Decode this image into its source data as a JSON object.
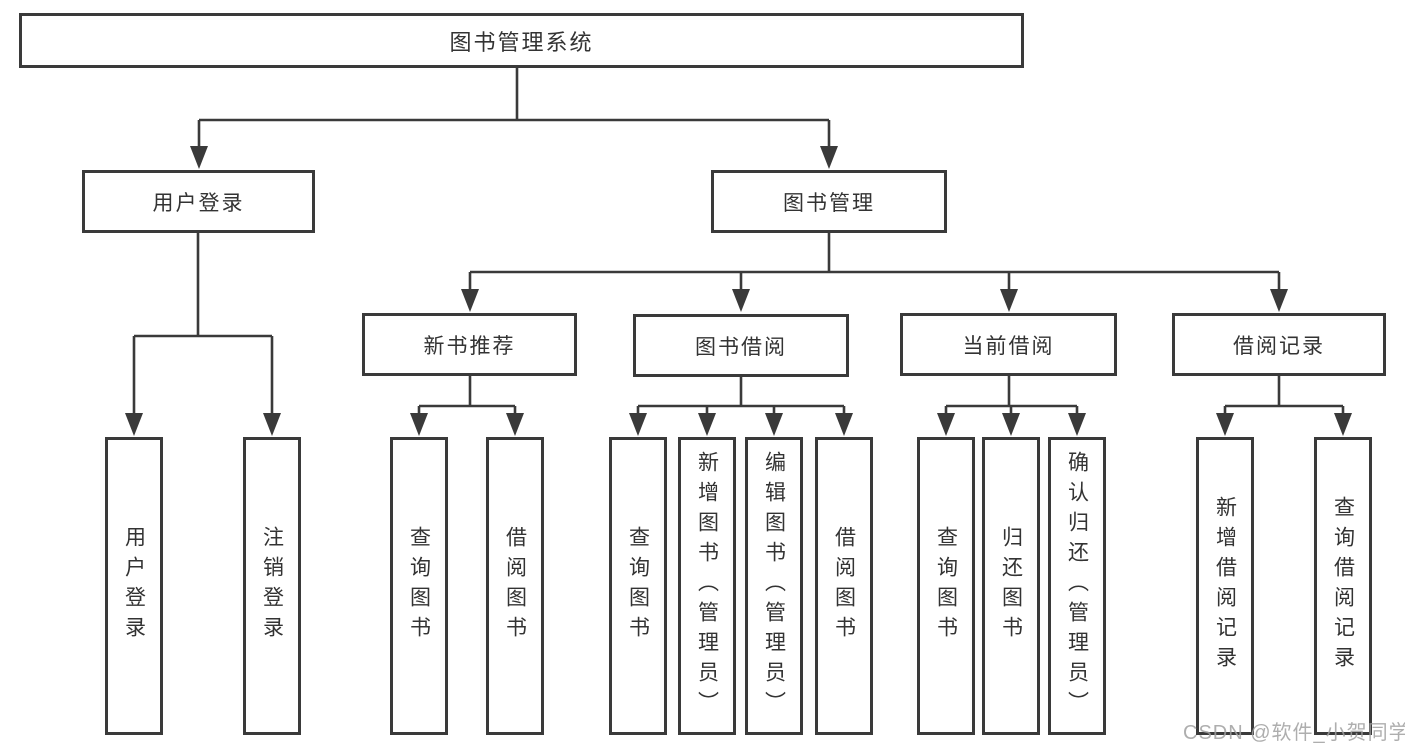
{
  "diagram": {
    "root": {
      "label": "图书管理系统"
    },
    "level2": [
      {
        "label": "用户登录"
      },
      {
        "label": "图书管理"
      }
    ],
    "level3": [
      {
        "label": "新书推荐",
        "parent": "图书管理"
      },
      {
        "label": "图书借阅",
        "parent": "图书管理"
      },
      {
        "label": "当前借阅",
        "parent": "图书管理"
      },
      {
        "label": "借阅记录",
        "parent": "图书管理"
      }
    ],
    "leaves": [
      {
        "label": "用户登录",
        "parent": "用户登录"
      },
      {
        "label": "注销登录",
        "parent": "用户登录"
      },
      {
        "label": "查询图书",
        "parent": "新书推荐"
      },
      {
        "label": "借阅图书",
        "parent": "新书推荐"
      },
      {
        "label": "查询图书",
        "parent": "图书借阅"
      },
      {
        "label": "新增图书（管理员）",
        "parent": "图书借阅"
      },
      {
        "label": "编辑图书（管理员）",
        "parent": "图书借阅"
      },
      {
        "label": "借阅图书",
        "parent": "图书借阅"
      },
      {
        "label": "查询图书",
        "parent": "当前借阅"
      },
      {
        "label": "归还图书",
        "parent": "当前借阅"
      },
      {
        "label": "确认归还（管理员）",
        "parent": "当前借阅"
      },
      {
        "label": "新增借阅记录",
        "parent": "借阅记录"
      },
      {
        "label": "查询借阅记录",
        "parent": "借阅记录"
      }
    ],
    "watermark": {
      "text": "CSDN @软件_小贺同学"
    },
    "colors": {
      "line": "#3a3a3a",
      "text": "#333333",
      "watermark": "#a0a0a0",
      "background": "#ffffff"
    }
  }
}
